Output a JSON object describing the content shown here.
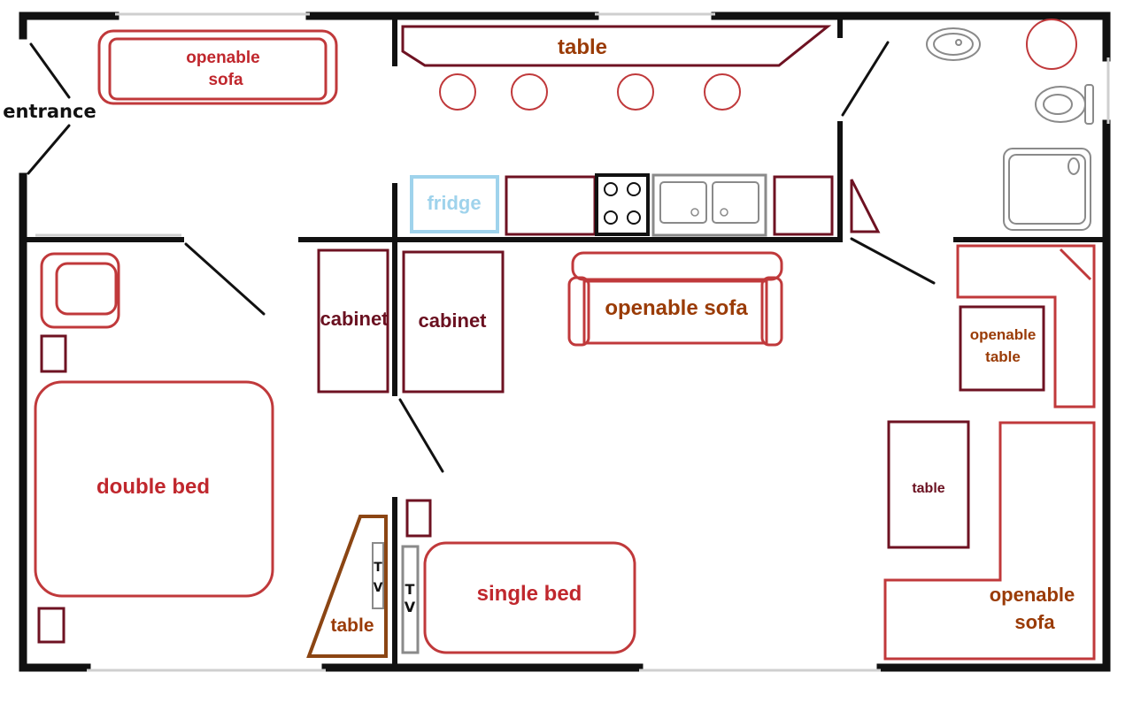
{
  "labels": {
    "entrance": "entrance",
    "openable_sofa_top_1": "openable",
    "openable_sofa_top_2": "sofa",
    "table_top": "table",
    "fridge": "fridge",
    "cabinet_left": "cabinet",
    "cabinet_right": "cabinet",
    "openable_sofa_middle": "openable sofa",
    "openable_table_1": "openable",
    "openable_table_2": "table",
    "double_bed": "double bed",
    "table_small": "table",
    "openable_sofa_right_1": "openable",
    "openable_sofa_right_2": "sofa",
    "single_bed": "single bed",
    "tv_1_letter_1": "T",
    "tv_1_letter_2": "V",
    "tv_2_letter_1": "T",
    "tv_2_letter_2": "V",
    "table_triangle": "table"
  },
  "colors": {
    "wall": "#111111",
    "window": "#cfcfcf",
    "furniture_red": "#c0393b",
    "furniture_dark": "#6e1222",
    "label_red": "#c0272d",
    "label_brown": "#9a3b06",
    "label_dark": "#6a1020",
    "fridge": "#9fd3ec",
    "fixture_gray": "#8a8a8a",
    "table_brown": "#8b4513"
  }
}
